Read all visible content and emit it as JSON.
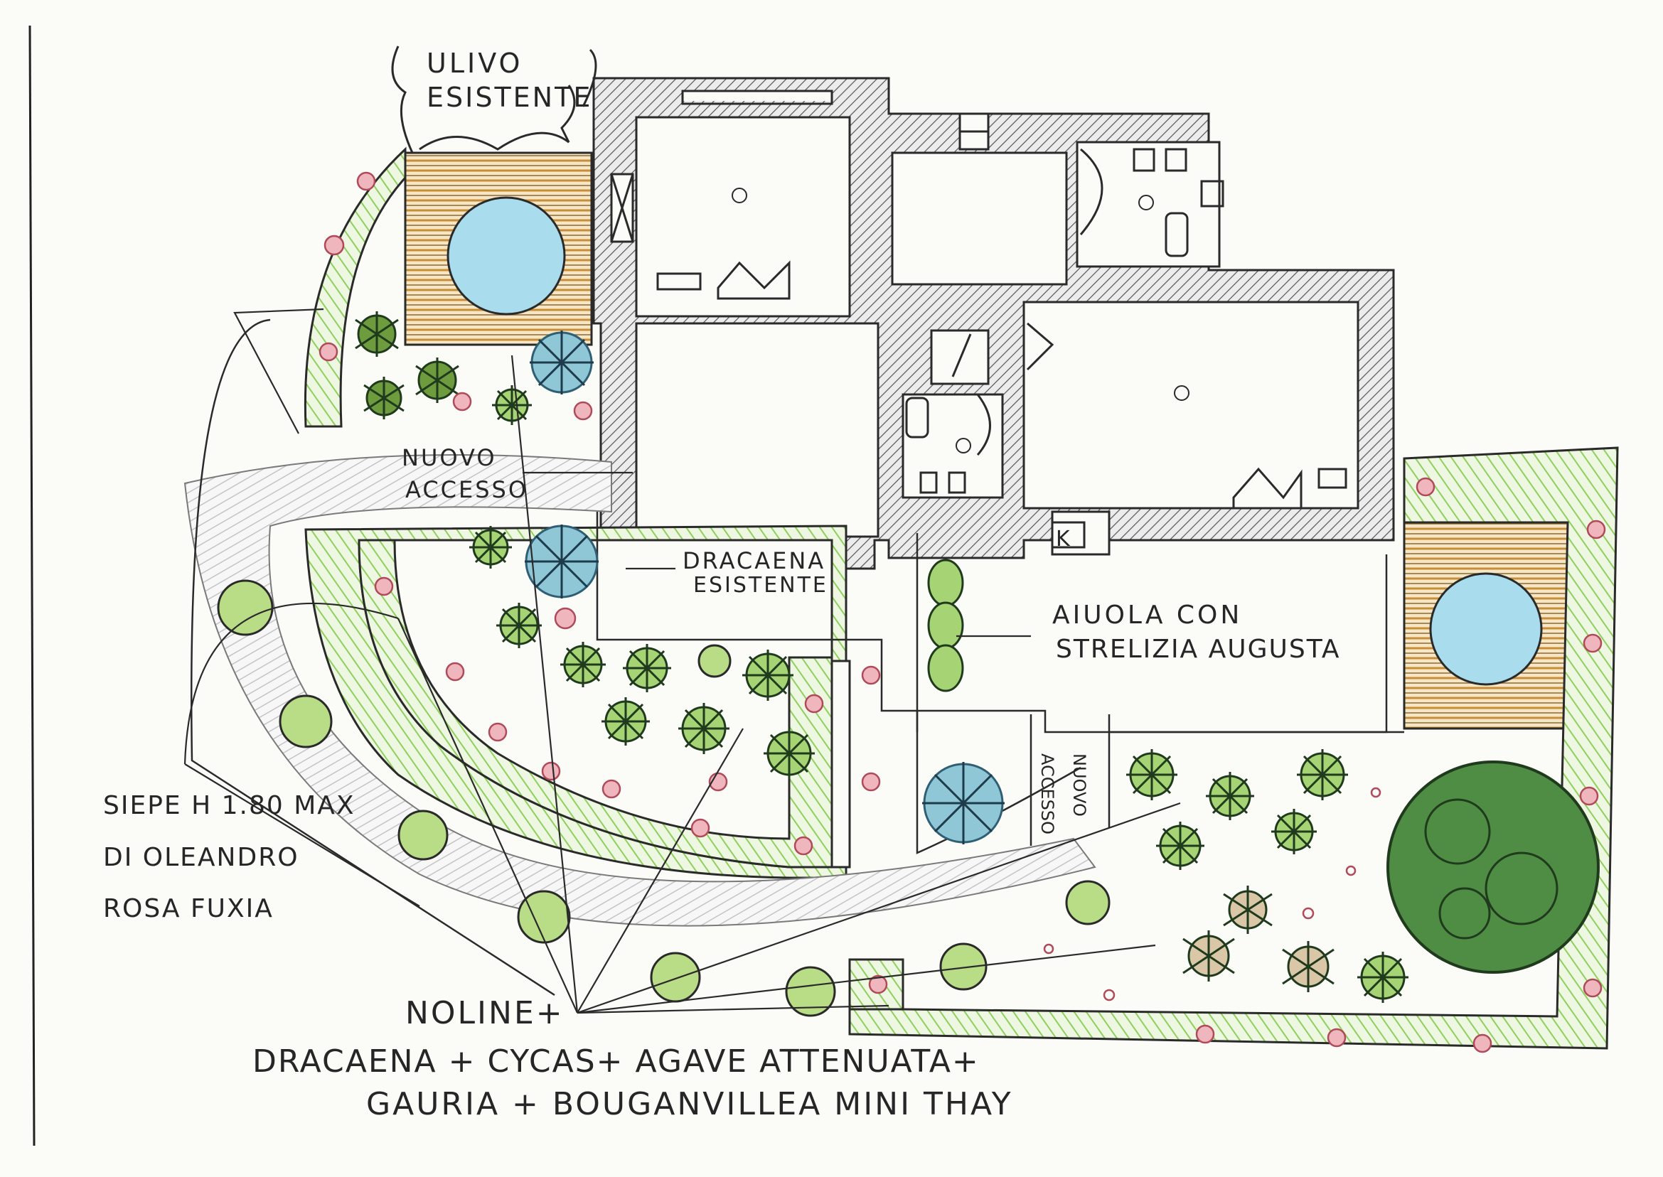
{
  "labels": {
    "ulivo_line1": "ULIVO",
    "ulivo_line2": "ESISTENTE",
    "nuovo_accesso_line1": "NUOVO",
    "nuovo_accesso_line2": "ACCESSO",
    "dracaena_line1": "DRACAENA",
    "dracaena_line2": "ESISTENTE",
    "aiuola_line1": "AIUOLA CON",
    "aiuola_line2": "STRELIZIA AUGUSTA",
    "kitchen_mark": "K",
    "siepe_line1": "SIEPE H 1.80 MAX",
    "siepe_line2": "DI OLEANDRO",
    "siepe_line3": "ROSA FUXIA",
    "accesso_vertical": "ACCESSO",
    "nuovo_vertical": "NUOVO",
    "plants_line1": "NOLINE+",
    "plants_line2": "DRACAENA + CYCAS+ AGAVE ATTENUATA+",
    "plants_line3": "GAURIA + BOUGANVILLEA MINI THAY"
  },
  "colors": {
    "ink": "#2a2a2a",
    "hedge_green": "#7dc24b",
    "hedge_fill": "#dff0c8",
    "flower_pink": "#e6a0a8",
    "pool_blue": "#a9dcec",
    "deck_wood": "#e0b36a",
    "tree_dark": "#3e7a3a",
    "palm_teal": "#4f8ea6",
    "path_grey": "#c9c9c9"
  }
}
